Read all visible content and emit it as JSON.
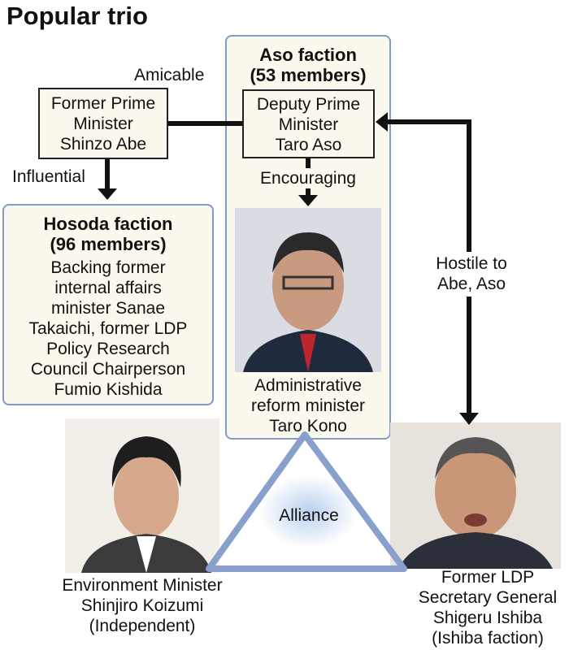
{
  "title": "Popular trio",
  "aso_faction": {
    "name": "Aso faction",
    "members": "(53 members)"
  },
  "aso": {
    "line1": "Deputy Prime",
    "line2": "Minister",
    "line3": "Taro Aso"
  },
  "abe": {
    "line1": "Former Prime",
    "line2": "Minister",
    "line3": "Shinzo Abe"
  },
  "hosoda_faction": {
    "name": "Hosoda faction",
    "members": "(96 members)",
    "desc": [
      "Backing former",
      "internal affairs",
      "minister Sanae",
      "Takaichi, former LDP",
      "Policy Research",
      "Council Chairperson",
      "Fumio Kishida"
    ]
  },
  "relations": {
    "amicable": "Amicable",
    "influential": "Influential",
    "encouraging": "Encouraging",
    "hostile1": "Hostile to",
    "hostile2": "Abe, Aso",
    "alliance": "Alliance"
  },
  "kono": {
    "line1": "Administrative",
    "line2": "reform minister",
    "line3": "Taro Kono"
  },
  "koizumi": {
    "line1": "Environment Minister",
    "line2": "Shinjiro Koizumi",
    "line3": "(Independent)"
  },
  "ishiba": {
    "line1": "Former LDP",
    "line2": "Secretary General",
    "line3": "Shigeru Ishiba",
    "line4": "(Ishiba faction)"
  },
  "colors": {
    "faction_border": "#7f9ccc",
    "box_bg": "#fbf9ee",
    "alliance": "#8aa0cc"
  }
}
